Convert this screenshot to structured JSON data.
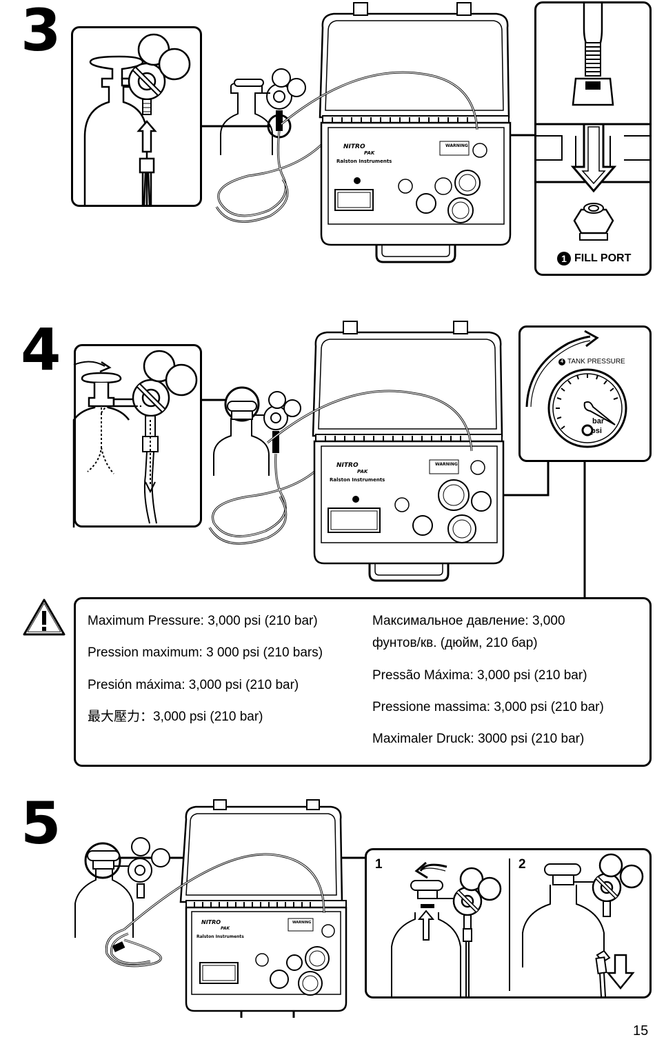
{
  "steps": [
    {
      "number": "3"
    },
    {
      "number": "4"
    },
    {
      "number": "5"
    }
  ],
  "step3": {
    "callout_num": "1",
    "callout_label": "FILL PORT"
  },
  "step4": {
    "gauge_num": "4",
    "gauge_label": "TANK PRESSURE",
    "unit_bar": "bar",
    "unit_psi": "psi"
  },
  "warning": {
    "icon": "warning-triangle-icon",
    "left": [
      "Maximum Pressure: 3,000 psi (210 bar)",
      "Pression maximum: 3 000 psi (210 bars)",
      "Presión máxima: 3,000 psi (210 bar)",
      "最大壓力：3,000 psi (210 bar)"
    ],
    "right": [
      "Максимальное давление: 3,000 фунтов/кв. (дюйм, 210 бар)",
      "Pressão Máxima: 3,000 psi (210 bar)",
      "Pressione massima: 3,000 psi (210 bar)",
      "Maximaler Druck: 3000 psi (210 bar)"
    ]
  },
  "step5": {
    "panel1": "1",
    "panel2": "2"
  },
  "case": {
    "brand_top": "NITRO",
    "brand_bottom": "PAK",
    "maker": "Ralston Instruments",
    "warning_tag": "WARNING"
  },
  "page_number": "15"
}
